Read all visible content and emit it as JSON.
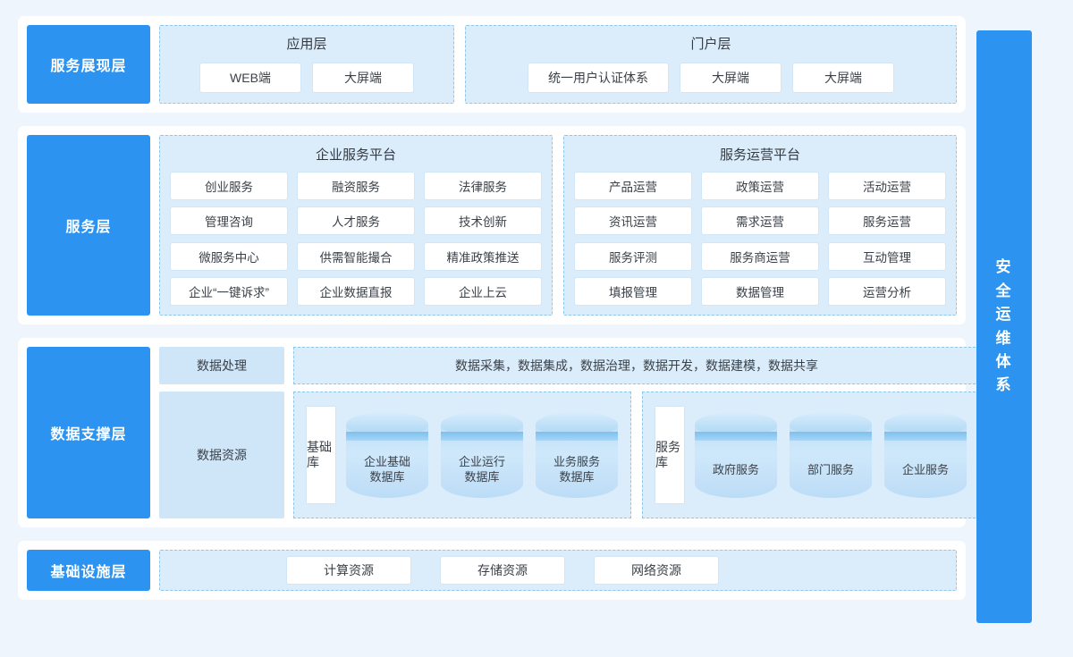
{
  "layers": [
    {
      "label": "服务展现层",
      "panels": [
        {
          "title": "应用层",
          "items": [
            "WEB端",
            "大屏端"
          ]
        },
        {
          "title": "门户层",
          "items": [
            "统一用户认证体系",
            "大屏端",
            "大屏端"
          ]
        }
      ]
    },
    {
      "label": "服务层",
      "panels": [
        {
          "title": "企业服务平台",
          "items": [
            "创业服务",
            "融资服务",
            "法律服务",
            "管理咨询",
            "人才服务",
            "技术创新",
            "微服务中心",
            "供需智能撮合",
            "精准政策推送",
            "企业“一键诉求”",
            "企业数据直报",
            "企业上云"
          ]
        },
        {
          "title": "服务运营平台",
          "items": [
            "产品运营",
            "政策运营",
            "活动运营",
            "资讯运营",
            "需求运营",
            "服务运营",
            "服务评测",
            "服务商运营",
            "互动管理",
            "填报管理",
            "数据管理",
            "运营分析"
          ]
        }
      ]
    },
    {
      "label": "数据支撑层",
      "data_processing": {
        "side_label": "数据处理",
        "content": "数据采集，数据集成，数据治理，数据开发，数据建模，数据共享"
      },
      "data_resource": {
        "side_label": "数据资源",
        "groups": [
          {
            "group_label": "基础库",
            "databases": [
              "企业基础\n数据库",
              "企业运行\n数据库",
              "业务服务\n数据库"
            ]
          },
          {
            "group_label": "服务库",
            "databases": [
              "政府服务",
              "部门服务",
              "企业服务"
            ]
          }
        ]
      }
    },
    {
      "label": "基础设施层",
      "items": [
        "计算资源",
        "存储资源",
        "网络资源"
      ]
    }
  ],
  "security_bar": {
    "label": "安全运维体系",
    "chars": [
      "安",
      "全",
      "运",
      "维",
      "体",
      "系"
    ]
  },
  "colors": {
    "page_background": "#eef5fd",
    "card_background": "#ffffff",
    "accent_blue": "#2d93f0",
    "panel_fill": "#dbecfb",
    "panel_border": "#8ec7ea",
    "side_block_fill": "#cfe5f8",
    "chip_background": "#ffffff",
    "text_dark": "#3b4148"
  }
}
